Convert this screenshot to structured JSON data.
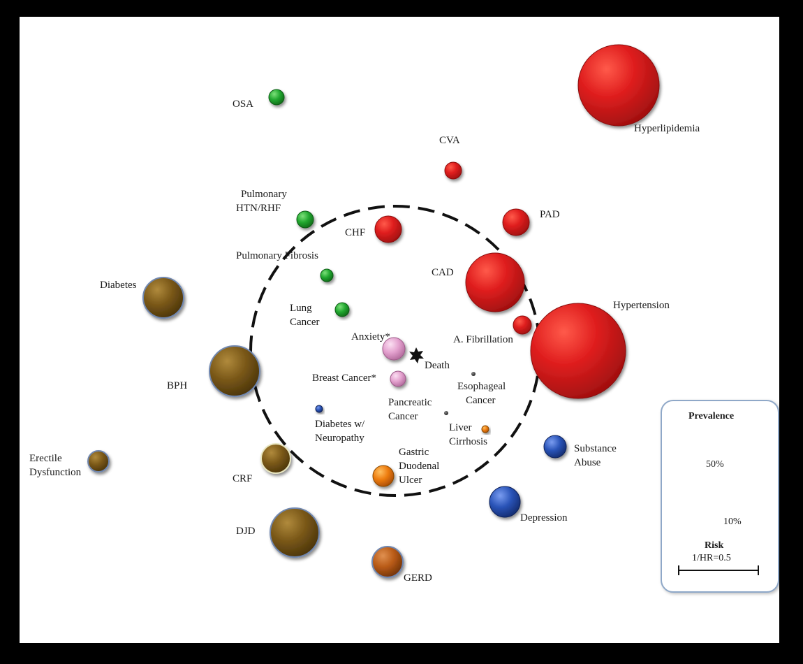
{
  "colors": {
    "cardiovascular": "#d81e1e",
    "pulmonary": "#1fa32e",
    "metabolic_renal": "#7a5a18",
    "cancer_psych": "#e4a2cf",
    "gastro": "#e57a10",
    "gerd": "#b85a16",
    "mental": "#2a54b8",
    "minor": "#444444",
    "legend": "#c8c8c8"
  },
  "nodes": [
    {
      "id": "hyperlipidemia",
      "label": "Hyperlipidemia",
      "group": "cardiovascular",
      "size": "xl"
    },
    {
      "id": "hypertension",
      "label": "Hypertension",
      "group": "cardiovascular",
      "size": "xxl"
    },
    {
      "id": "cad",
      "label": "CAD",
      "group": "cardiovascular",
      "size": "l"
    },
    {
      "id": "cva",
      "label": "CVA",
      "group": "cardiovascular",
      "size": "s"
    },
    {
      "id": "pad",
      "label": "PAD",
      "group": "cardiovascular",
      "size": "m"
    },
    {
      "id": "chf",
      "label": "CHF",
      "group": "cardiovascular",
      "size": "m"
    },
    {
      "id": "afib",
      "label": "A. Fibrillation",
      "group": "cardiovascular",
      "size": "s"
    },
    {
      "id": "osa",
      "label": "OSA",
      "group": "pulmonary",
      "size": "xs"
    },
    {
      "id": "pulm-htn",
      "label": "Pulmonary HTN/RHF",
      "group": "pulmonary",
      "size": "xs"
    },
    {
      "id": "pulm-fibrosis",
      "label": "Pulmonary Fibrosis",
      "group": "pulmonary",
      "size": "xs"
    },
    {
      "id": "lung-cancer",
      "label": "Lung Cancer",
      "group": "pulmonary",
      "size": "xs"
    },
    {
      "id": "diabetes",
      "label": "Diabetes",
      "group": "metabolic_renal",
      "size": "m"
    },
    {
      "id": "bph",
      "label": "BPH",
      "group": "metabolic_renal",
      "size": "l"
    },
    {
      "id": "ed",
      "label": "Erectile Dysfunction",
      "group": "metabolic_renal",
      "size": "s"
    },
    {
      "id": "crf",
      "label": "CRF",
      "group": "metabolic_renal",
      "size": "m"
    },
    {
      "id": "djd",
      "label": "DJD",
      "group": "metabolic_renal",
      "size": "l"
    },
    {
      "id": "gerd",
      "label": "GERD",
      "group": "gerd",
      "size": "m"
    },
    {
      "id": "gastric-ulcer",
      "label": "Gastric Duodenal Ulcer",
      "group": "gastro",
      "size": "s"
    },
    {
      "id": "liver-cirrhosis",
      "label": "Liver Cirrhosis",
      "group": "gastro",
      "size": "xxs"
    },
    {
      "id": "substance-abuse",
      "label": "Substance Abuse",
      "group": "mental",
      "size": "s"
    },
    {
      "id": "depression",
      "label": "Depression",
      "group": "mental",
      "size": "m"
    },
    {
      "id": "anxiety",
      "label": "Anxiety*",
      "group": "cancer_psych",
      "size": "s"
    },
    {
      "id": "breast-cancer",
      "label": "Breast Cancer*",
      "group": "cancer_psych",
      "size": "xs"
    },
    {
      "id": "death",
      "label": "Death",
      "group": "minor",
      "size": "star"
    },
    {
      "id": "esophageal-cancer",
      "label": "Esophageal Cancer",
      "group": "minor",
      "size": "dot"
    },
    {
      "id": "pancreatic-cancer",
      "label": "Pancreatic Cancer",
      "group": "minor",
      "size": "dot"
    },
    {
      "id": "diabetes-neuropathy",
      "label": "Diabetes w/ Neuropathy",
      "group": "mental",
      "size": "dot"
    }
  ],
  "labels": {
    "hyperlipidemia": "Hyperlipidemia",
    "hypertension": "Hypertension",
    "cad": "CAD",
    "cva": "CVA",
    "pad": "PAD",
    "chf": "CHF",
    "afib": "A. Fibrillation",
    "osa": "OSA",
    "pulm_htn_1": "Pulmonary",
    "pulm_htn_2": "HTN/RHF",
    "pulm_fibrosis": "Pulmonary Fibrosis",
    "lung_cancer_1": "Lung",
    "lung_cancer_2": "Cancer",
    "diabetes": "Diabetes",
    "bph": "BPH",
    "ed_1": "Erectile",
    "ed_2": "Dysfunction",
    "crf": "CRF",
    "djd": "DJD",
    "gerd": "GERD",
    "gastric_1": "Gastric",
    "gastric_2": "Duodenal",
    "gastric_3": "Ulcer",
    "liver_1": "Liver",
    "liver_2": "Cirrhosis",
    "substance_1": "Substance",
    "substance_2": "Abuse",
    "depression": "Depression",
    "anxiety": "Anxiety*",
    "breast_cancer": "Breast Cancer*",
    "death": "Death",
    "esophageal_1": "Esophageal",
    "esophageal_2": "Cancer",
    "pancreatic_1": "Pancreatic",
    "pancreatic_2": "Cancer",
    "neuropathy_1": "Diabetes w/",
    "neuropathy_2": "Neuropathy"
  },
  "legend": {
    "prevalence_title": "Prevalence",
    "large_value": "50%",
    "small_value": "10%",
    "risk_title": "Risk",
    "risk_scale": "1/HR=0.5"
  }
}
